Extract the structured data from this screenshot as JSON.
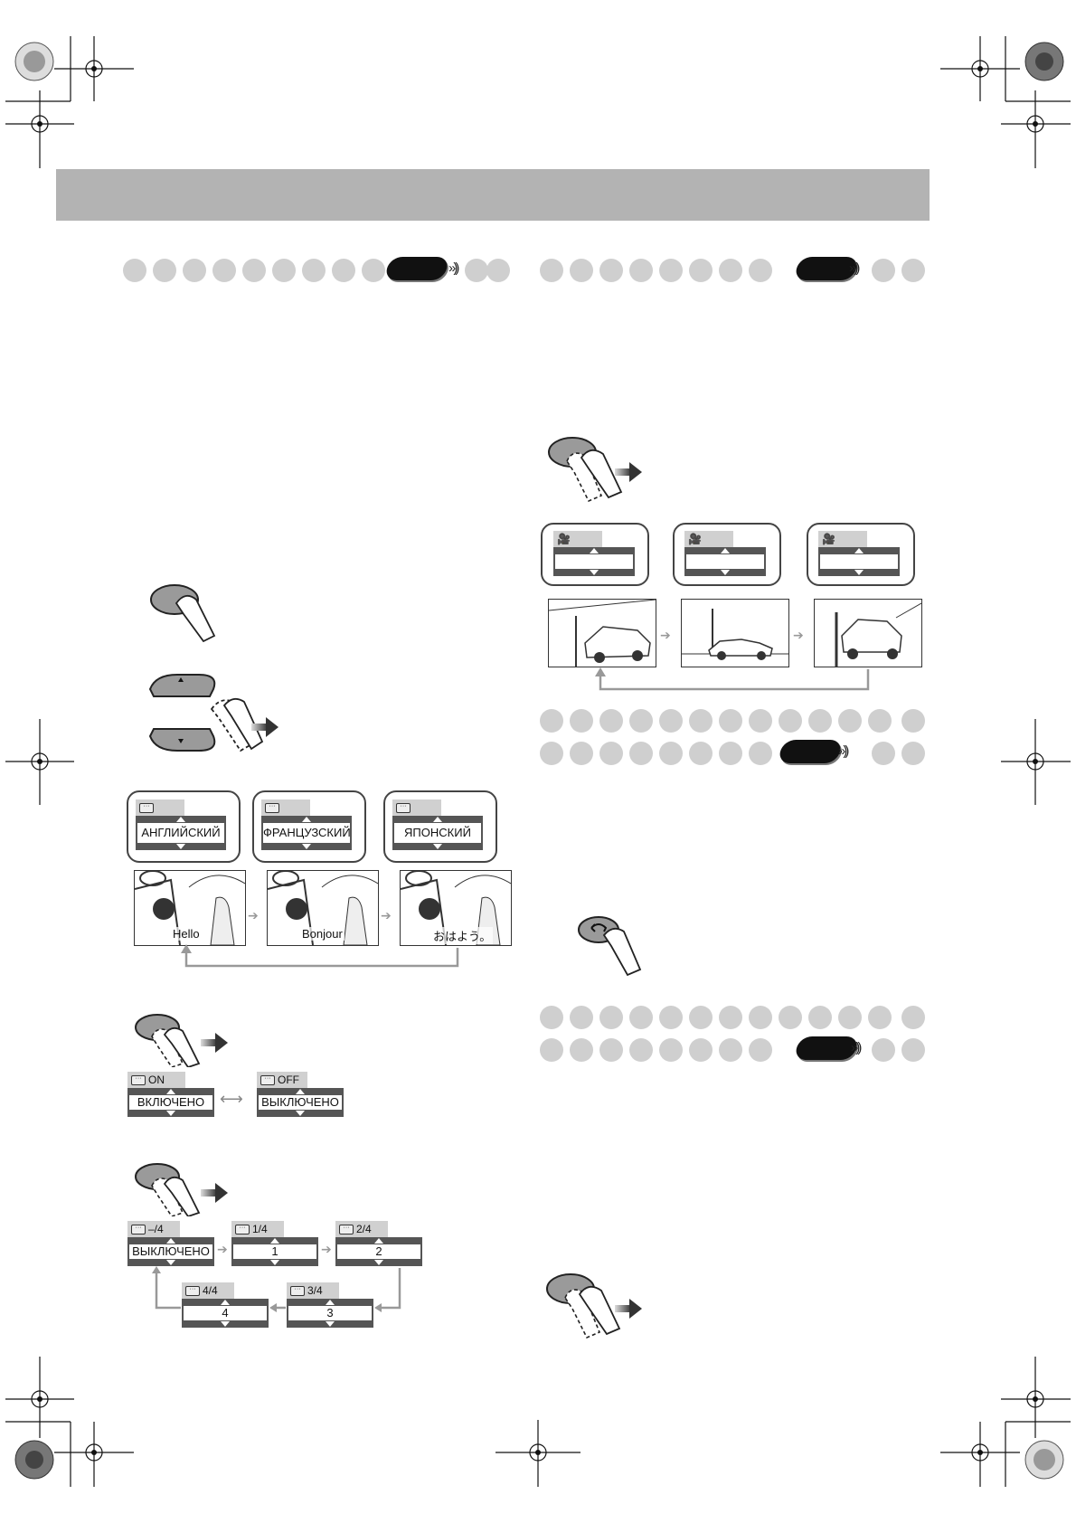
{
  "osd_subtitle_languages": [
    "АНГЛИЙСКИЙ",
    "ФРАНЦУЗСКИЙ",
    "ЯПОНСКИЙ"
  ],
  "scene_captions": [
    "Hello",
    "Bonjour",
    "おはよう。"
  ],
  "subtitle_toggle": {
    "on_label": "ON",
    "on_value": "ВКЛЮЧЕНО",
    "off_label": "OFF",
    "off_value": "ВЫКЛЮЧЕНО"
  },
  "subtitle_cycle": [
    {
      "label": "–/4",
      "value": "ВЫКЛЮЧЕНО"
    },
    {
      "label": "1/4",
      "value": "1"
    },
    {
      "label": "2/4",
      "value": "2"
    },
    {
      "label": "3/4",
      "value": "3"
    },
    {
      "label": "4/4",
      "value": "4"
    }
  ],
  "icons": {
    "subtitle": "subtitle-icon",
    "camera": "camera-icon",
    "return": "return-icon",
    "remote_signal": "remote-signal-icon"
  }
}
